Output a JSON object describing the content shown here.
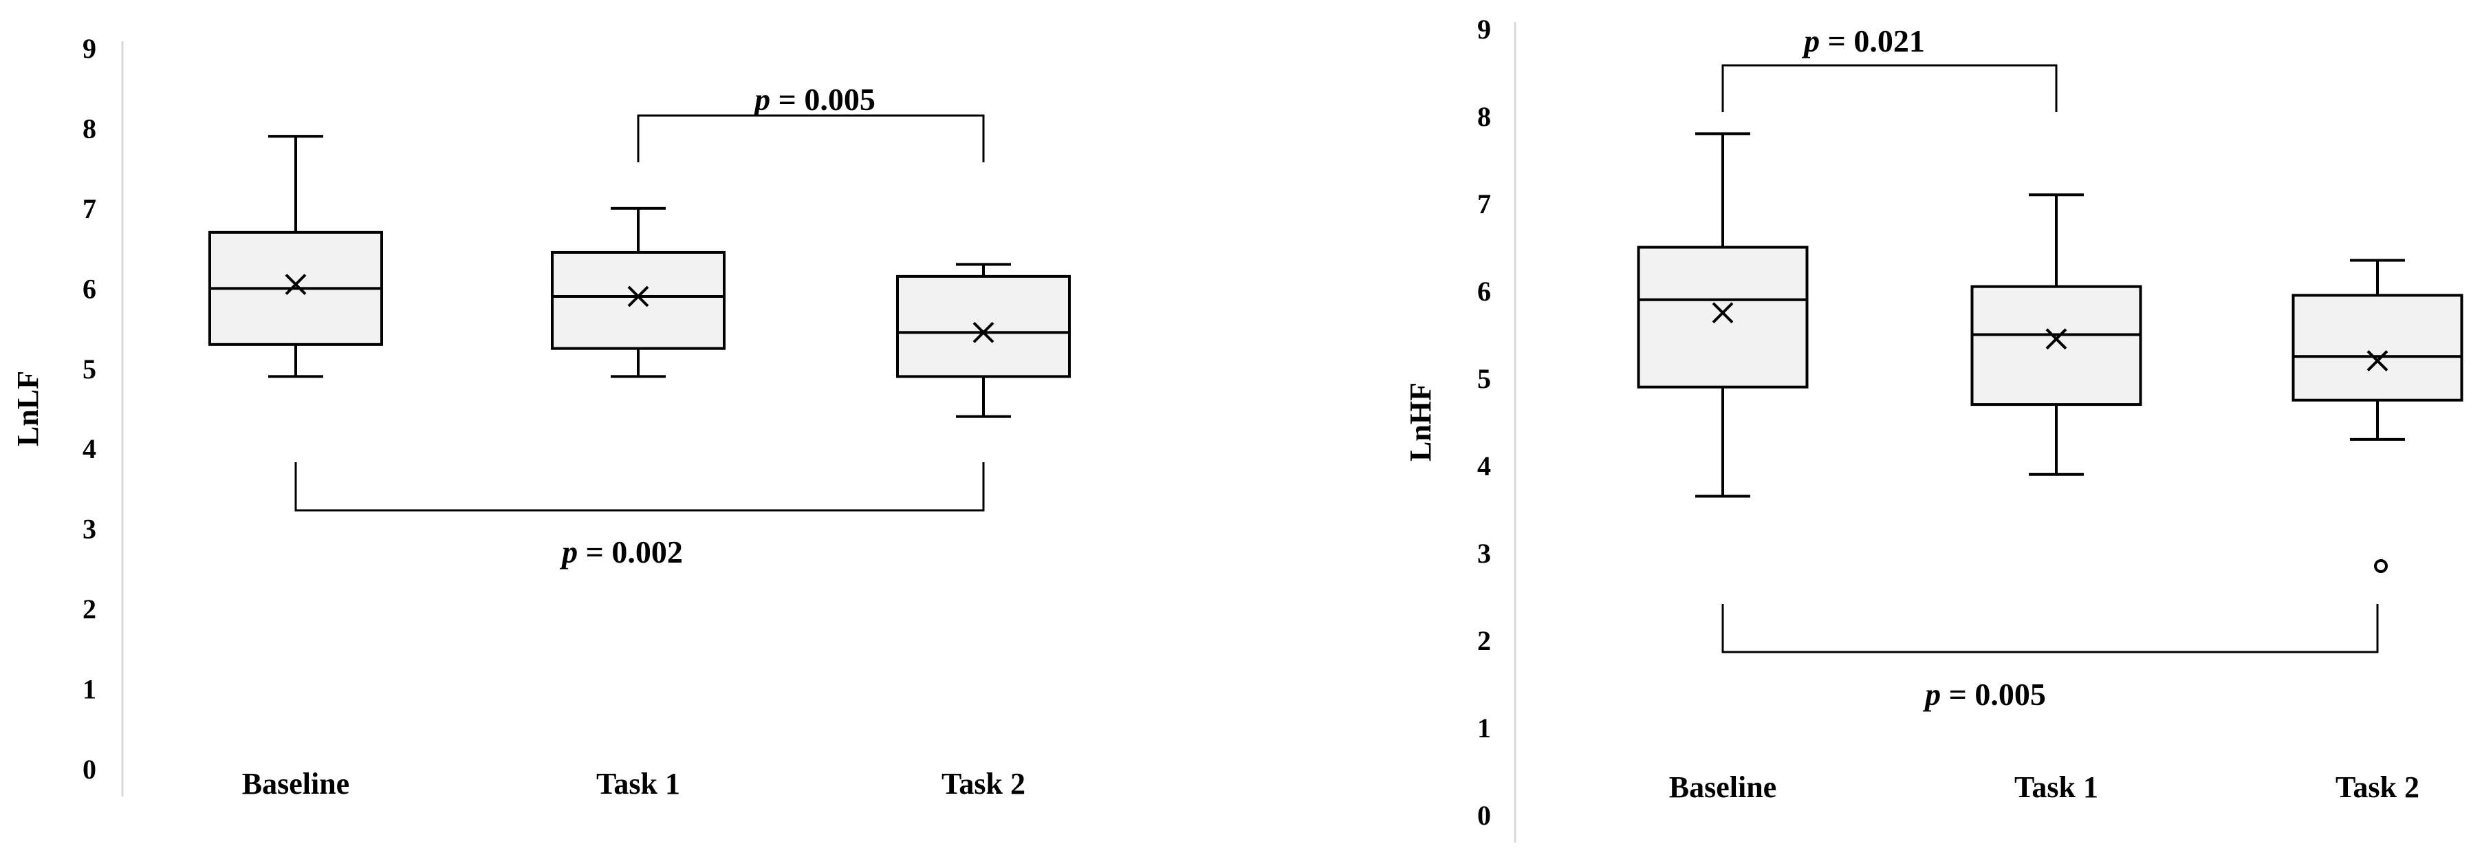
{
  "chart_data": [
    {
      "type": "box",
      "ylabel": "LnLF",
      "ylim": [
        0,
        9
      ],
      "yticks": [
        0,
        1,
        2,
        3,
        4,
        5,
        6,
        7,
        8,
        9
      ],
      "categories": [
        "Baseline",
        "Task 1",
        "Task 2"
      ],
      "boxes": [
        {
          "category": "Baseline",
          "min": 4.9,
          "q1": 5.3,
          "median": 6.0,
          "q3": 6.7,
          "max": 7.9,
          "mean": 6.05,
          "outliers": []
        },
        {
          "category": "Task 1",
          "min": 4.9,
          "q1": 5.25,
          "median": 5.9,
          "q3": 6.45,
          "max": 7.0,
          "mean": 5.9,
          "outliers": []
        },
        {
          "category": "Task 2",
          "min": 4.4,
          "q1": 4.9,
          "median": 5.45,
          "q3": 6.15,
          "max": 6.3,
          "mean": 5.45,
          "outliers": []
        }
      ],
      "annotations": [
        {
          "from": "Task 1",
          "to": "Task 2",
          "prefix": "p",
          "text": " = 0.005",
          "position": "above"
        },
        {
          "from": "Baseline",
          "to": "Task 2",
          "prefix": "p",
          "text": " = 0.002",
          "position": "below"
        }
      ],
      "grid": false,
      "legend": "none"
    },
    {
      "type": "box",
      "ylabel": "LnHF",
      "ylim": [
        0,
        9
      ],
      "yticks": [
        0,
        1,
        2,
        3,
        4,
        5,
        6,
        7,
        8,
        9
      ],
      "categories": [
        "Baseline",
        "Task 1",
        "Task 2"
      ],
      "boxes": [
        {
          "category": "Baseline",
          "min": 3.65,
          "q1": 4.9,
          "median": 5.9,
          "q3": 6.5,
          "max": 7.8,
          "mean": 5.75,
          "outliers": []
        },
        {
          "category": "Task 1",
          "min": 3.9,
          "q1": 4.7,
          "median": 5.5,
          "q3": 6.05,
          "max": 7.1,
          "mean": 5.45,
          "outliers": []
        },
        {
          "category": "Task 2",
          "min": 4.3,
          "q1": 4.75,
          "median": 5.25,
          "q3": 5.95,
          "max": 6.35,
          "mean": 5.2,
          "outliers": [
            2.85
          ]
        }
      ],
      "annotations": [
        {
          "from": "Baseline",
          "to": "Task 1",
          "prefix": "p",
          "text": " = 0.021",
          "position": "above"
        },
        {
          "from": "Baseline",
          "to": "Task 2",
          "prefix": "p",
          "text": " = 0.005",
          "position": "below"
        }
      ],
      "grid": false,
      "legend": "none"
    }
  ]
}
